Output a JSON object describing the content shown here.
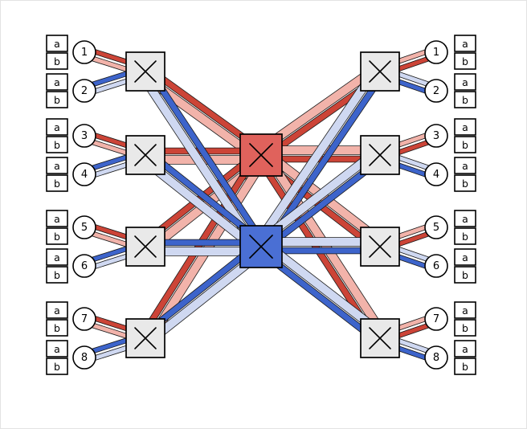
{
  "diagram": {
    "type": "fat-tree-clos-network",
    "palette": {
      "red_dark": "#cc4437",
      "red_light": "#f2b3aa",
      "blue_dark": "#3d64cb",
      "blue_light": "#cfd8f1",
      "spine_red_fill": "#e0625c",
      "spine_blue_fill": "#4a6fd4",
      "leaf_fill": "#e9e9e9",
      "node_fill": "#ffffff",
      "stroke": "#000000",
      "ribbon_edge": "#1a1a1a"
    },
    "left_hosts": [
      {
        "label": "1",
        "ports": [
          "a",
          "b"
        ]
      },
      {
        "label": "2",
        "ports": [
          "a",
          "b"
        ]
      },
      {
        "label": "3",
        "ports": [
          "a",
          "b"
        ]
      },
      {
        "label": "4",
        "ports": [
          "a",
          "b"
        ]
      },
      {
        "label": "5",
        "ports": [
          "a",
          "b"
        ]
      },
      {
        "label": "6",
        "ports": [
          "a",
          "b"
        ]
      },
      {
        "label": "7",
        "ports": [
          "a",
          "b"
        ]
      },
      {
        "label": "8",
        "ports": [
          "a",
          "b"
        ]
      }
    ],
    "right_hosts": [
      {
        "label": "1",
        "ports": [
          "a",
          "b"
        ]
      },
      {
        "label": "2",
        "ports": [
          "a",
          "b"
        ]
      },
      {
        "label": "3",
        "ports": [
          "a",
          "b"
        ]
      },
      {
        "label": "4",
        "ports": [
          "a",
          "b"
        ]
      },
      {
        "label": "5",
        "ports": [
          "a",
          "b"
        ]
      },
      {
        "label": "6",
        "ports": [
          "a",
          "b"
        ]
      },
      {
        "label": "7",
        "ports": [
          "a",
          "b"
        ]
      },
      {
        "label": "8",
        "ports": [
          "a",
          "b"
        ]
      }
    ],
    "left_leaf_switches": [
      {
        "icon": "crossbar-switch-icon"
      },
      {
        "icon": "crossbar-switch-icon"
      },
      {
        "icon": "crossbar-switch-icon"
      },
      {
        "icon": "crossbar-switch-icon"
      }
    ],
    "right_leaf_switches": [
      {
        "icon": "crossbar-switch-icon"
      },
      {
        "icon": "crossbar-switch-icon"
      },
      {
        "icon": "crossbar-switch-icon"
      },
      {
        "icon": "crossbar-switch-icon"
      }
    ],
    "spine_switches": [
      {
        "name": "red-spine",
        "color_key": "spine_red_fill",
        "icon": "crossbar-switch-icon"
      },
      {
        "name": "blue-spine",
        "color_key": "spine_blue_fill",
        "icon": "crossbar-switch-icon"
      }
    ],
    "host_links": [
      {
        "side": "left",
        "host": "1",
        "leaf": 1,
        "shades": [
          "red_dark",
          "red_light"
        ]
      },
      {
        "side": "left",
        "host": "2",
        "leaf": 1,
        "shades": [
          "blue_dark",
          "blue_light"
        ]
      },
      {
        "side": "left",
        "host": "3",
        "leaf": 2,
        "shades": [
          "red_dark",
          "red_light"
        ]
      },
      {
        "side": "left",
        "host": "4",
        "leaf": 2,
        "shades": [
          "blue_dark",
          "blue_light"
        ]
      },
      {
        "side": "left",
        "host": "5",
        "leaf": 3,
        "shades": [
          "red_dark",
          "red_light"
        ]
      },
      {
        "side": "left",
        "host": "6",
        "leaf": 3,
        "shades": [
          "blue_dark",
          "blue_light"
        ]
      },
      {
        "side": "left",
        "host": "7",
        "leaf": 4,
        "shades": [
          "red_dark",
          "red_light"
        ]
      },
      {
        "side": "left",
        "host": "8",
        "leaf": 4,
        "shades": [
          "blue_dark",
          "blue_light"
        ]
      },
      {
        "side": "right",
        "host": "1",
        "leaf": 1,
        "shades": [
          "red_dark",
          "red_light"
        ]
      },
      {
        "side": "right",
        "host": "2",
        "leaf": 1,
        "shades": [
          "blue_dark",
          "blue_light"
        ]
      },
      {
        "side": "right",
        "host": "3",
        "leaf": 2,
        "shades": [
          "red_dark",
          "red_light"
        ]
      },
      {
        "side": "right",
        "host": "4",
        "leaf": 2,
        "shades": [
          "blue_dark",
          "blue_light"
        ]
      },
      {
        "side": "right",
        "host": "5",
        "leaf": 3,
        "shades": [
          "red_dark",
          "red_light"
        ]
      },
      {
        "side": "right",
        "host": "6",
        "leaf": 3,
        "shades": [
          "blue_dark",
          "blue_light"
        ]
      },
      {
        "side": "right",
        "host": "7",
        "leaf": 4,
        "shades": [
          "red_dark",
          "red_light"
        ]
      },
      {
        "side": "right",
        "host": "8",
        "leaf": 4,
        "shades": [
          "blue_dark",
          "blue_light"
        ]
      }
    ],
    "trunk_links": [
      {
        "side": "left",
        "leaf": 1,
        "spine": "red"
      },
      {
        "side": "left",
        "leaf": 2,
        "spine": "red"
      },
      {
        "side": "left",
        "leaf": 3,
        "spine": "red"
      },
      {
        "side": "left",
        "leaf": 4,
        "spine": "red"
      },
      {
        "side": "right",
        "leaf": 1,
        "spine": "red"
      },
      {
        "side": "right",
        "leaf": 2,
        "spine": "red"
      },
      {
        "side": "right",
        "leaf": 3,
        "spine": "red"
      },
      {
        "side": "right",
        "leaf": 4,
        "spine": "red"
      },
      {
        "side": "left",
        "leaf": 1,
        "spine": "blue"
      },
      {
        "side": "left",
        "leaf": 2,
        "spine": "blue"
      },
      {
        "side": "left",
        "leaf": 3,
        "spine": "blue"
      },
      {
        "side": "left",
        "leaf": 4,
        "spine": "blue"
      },
      {
        "side": "right",
        "leaf": 1,
        "spine": "blue"
      },
      {
        "side": "right",
        "leaf": 2,
        "spine": "blue"
      },
      {
        "side": "right",
        "leaf": 3,
        "spine": "blue"
      },
      {
        "side": "right",
        "leaf": 4,
        "spine": "blue"
      }
    ]
  }
}
